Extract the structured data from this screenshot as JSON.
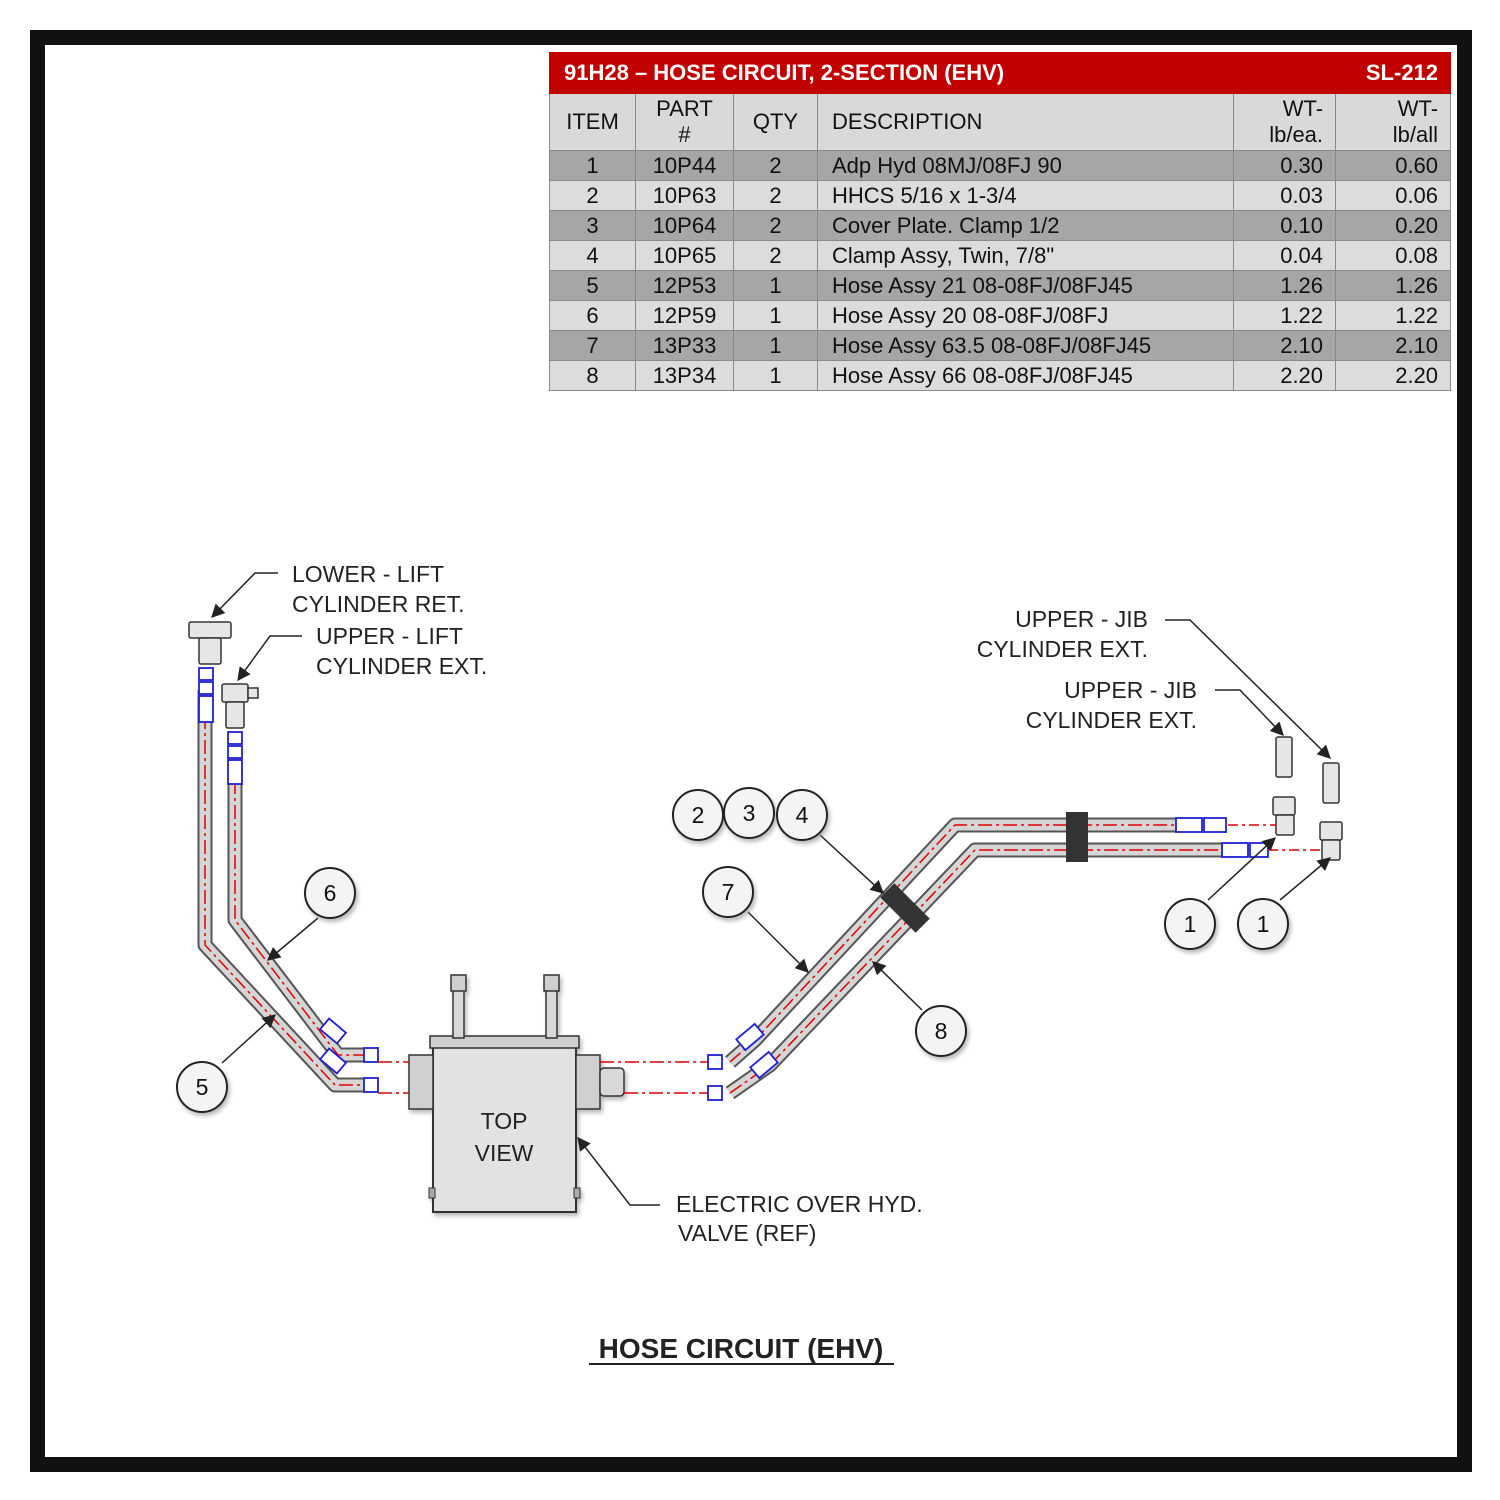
{
  "table": {
    "title": "91H28 – HOSE CIRCUIT, 2-SECTION (EHV)",
    "code": "SL-212",
    "headers": {
      "item": "ITEM",
      "part_l1": "PART",
      "part_l2": "#",
      "qty": "QTY",
      "description": "DESCRIPTION",
      "wt_ea_l1": "WT-",
      "wt_ea_l2": "lb/ea.",
      "wt_all_l1": "WT-",
      "wt_all_l2": "lb/all"
    },
    "rows": [
      {
        "item": "1",
        "part": "10P44",
        "qty": "2",
        "description": "Adp Hyd 08MJ/08FJ 90",
        "wt_ea": "0.30",
        "wt_all": "0.60"
      },
      {
        "item": "2",
        "part": "10P63",
        "qty": "2",
        "description": "HHCS 5/16 x 1-3/4",
        "wt_ea": "0.03",
        "wt_all": "0.06"
      },
      {
        "item": "3",
        "part": "10P64",
        "qty": "2",
        "description": "Cover Plate. Clamp 1/2",
        "wt_ea": "0.10",
        "wt_all": "0.20"
      },
      {
        "item": "4",
        "part": "10P65",
        "qty": "2",
        "description": "Clamp Assy, Twin, 7/8\"",
        "wt_ea": "0.04",
        "wt_all": "0.08"
      },
      {
        "item": "5",
        "part": "12P53",
        "qty": "1",
        "description": "Hose Assy 21 08-08FJ/08FJ45",
        "wt_ea": "1.26",
        "wt_all": "1.26"
      },
      {
        "item": "6",
        "part": "12P59",
        "qty": "1",
        "description": "Hose Assy 20 08-08FJ/08FJ",
        "wt_ea": "1.22",
        "wt_all": "1.22"
      },
      {
        "item": "7",
        "part": "13P33",
        "qty": "1",
        "description": "Hose Assy 63.5 08-08FJ/08FJ45",
        "wt_ea": "2.10",
        "wt_all": "2.10"
      },
      {
        "item": "8",
        "part": "13P34",
        "qty": "1",
        "description": "Hose Assy 66 08-08FJ/08FJ45",
        "wt_ea": "2.20",
        "wt_all": "2.20"
      }
    ]
  },
  "labels": {
    "lower_lift_l1": "LOWER - LIFT",
    "lower_lift_l2": "CYLINDER RET.",
    "upper_lift_l1": "UPPER - LIFT",
    "upper_lift_l2": "CYLINDER EXT.",
    "upper_jib_a_l1": "UPPER - JIB",
    "upper_jib_a_l2": "CYLINDER EXT.",
    "upper_jib_b_l1": "UPPER - JIB",
    "upper_jib_b_l2": "CYLINDER EXT.",
    "valve_view_l1": "TOP",
    "valve_view_l2": "VIEW",
    "valve_l1": "ELECTRIC OVER HYD.",
    "valve_l2": "VALVE (REF)"
  },
  "balloons": {
    "b2": "2",
    "b3": "3",
    "b4": "4",
    "b5": "5",
    "b6": "6",
    "b7": "7",
    "b8": "8",
    "b1a": "1",
    "b1b": "1"
  },
  "diagram_title": "HOSE CIRCUIT (EHV)",
  "colors": {
    "header_red": "#c10000",
    "hose_gray": "#7a7a7a",
    "centerline_red": "#e00000",
    "fitting_blue": "#2020d0"
  }
}
